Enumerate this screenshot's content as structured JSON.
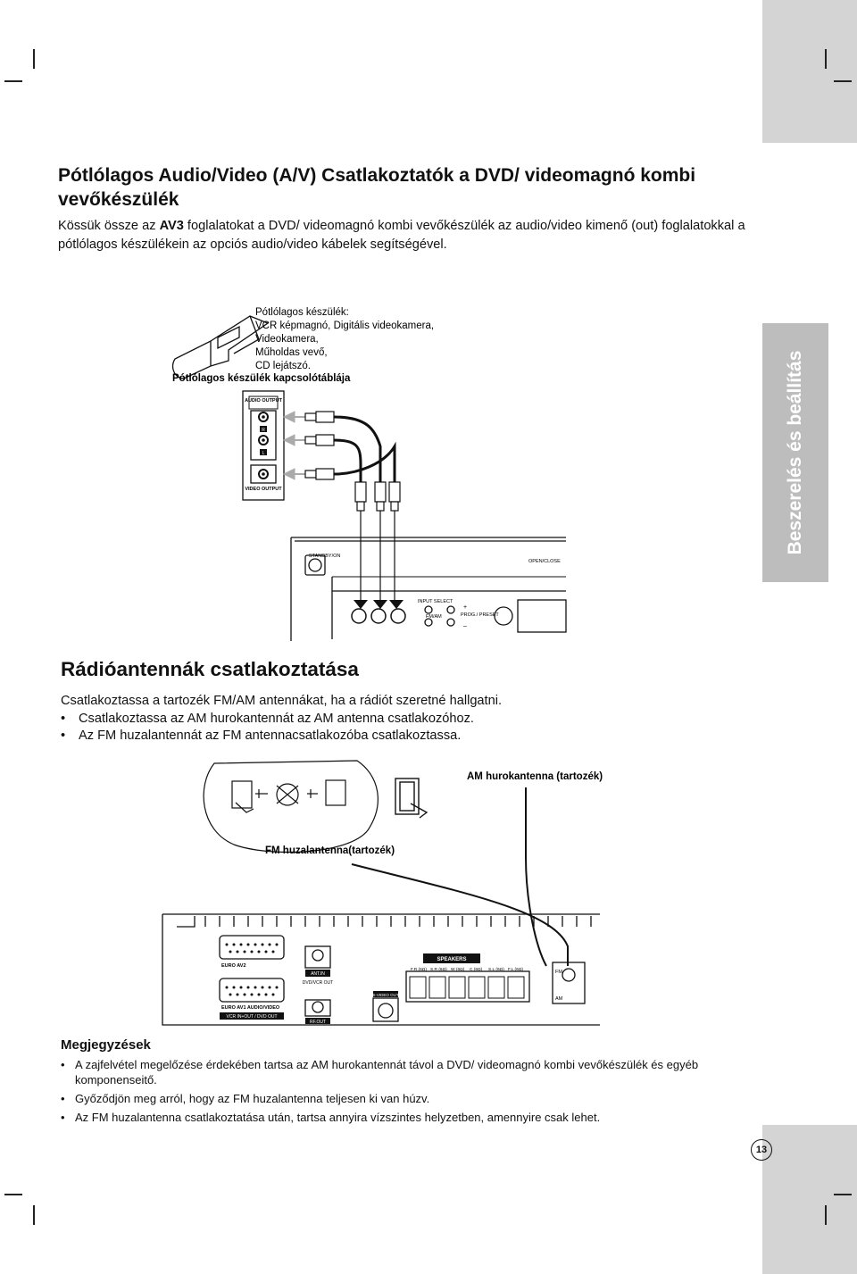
{
  "sidebar": {
    "tab_label": "Beszerelés és beállítás"
  },
  "section1": {
    "title": "Pótlólagos Audio/Video (A/V) Csatlakoztatók a DVD/ videomagnó kombi vevőkészülék",
    "intro_before": "Kössük össze az ",
    "intro_bold": "AV3",
    "intro_after": " foglalatokat a DVD/ videomagnó kombi vevőkészülék az audio/video kimenő (out) foglalatokkal a pótlólagos készülékein az opciós audio/video kábelek segítségével."
  },
  "diagram1": {
    "device_heading": "Pótlólagos készülék:",
    "device_line1": "VCR képmagnó, Digitális videokamera,",
    "device_line2": "Videokamera,",
    "device_line3": "Műholdas vevő,",
    "device_line4": "CD lejátszó.",
    "panel_caption": "Pótlólagos készülék kapcsolótáblája",
    "audio_output": "AUDIO OUTPUT",
    "video_output": "VIDEO OUTPUT",
    "jack_r": "R",
    "jack_l": "L",
    "standby": "STANDBY/ON",
    "open_close": "OPEN/CLOSE",
    "input_select": "INPUT SELECT",
    "fm_am": "FM/AM",
    "prog_preset": "PROG./ PRESET",
    "plus": "+",
    "minus": "–"
  },
  "section2": {
    "title": "Rádióantennák csatlakoztatása",
    "line1": "Csatlakoztassa a tartozék FM/AM antennákat, ha a rádiót szeretné hallgatni.",
    "bullet1": "Csatlakoztassa az AM hurokantennát az AM antenna csatlakozóhoz.",
    "bullet2": "Az FM huzalantennát az FM antennacsatlakozóba csatlakoztassa."
  },
  "diagram2": {
    "am_label": "AM hurokantenna (tartozék)",
    "fm_label": "FM huzalantenna(tartozék)",
    "euro_av2": "EURO AV2",
    "euro_av1": "EURO AV1 AUDIO/VIDEO",
    "vcr_in_out": "VCR IN+OUT / DVD OUT",
    "ant_in": "ANT.IN",
    "dvd_vcr_out": "DVD/VCR OUT",
    "rf_out": "RF.OUT",
    "s_video_out": "S-VIDEO OUT",
    "speakers": "SPEAKERS",
    "spk_fr": "F.R (6Ω)",
    "spk_sr": "S.R (6Ω)",
    "spk_w": "W (6Ω)",
    "spk_c": "C (6Ω)",
    "spk_sl": "S.L (6Ω)",
    "spk_fl": "F.L (6Ω)",
    "fm": "FM",
    "am": "AM"
  },
  "notes": {
    "title": "Megjegyzések",
    "note1": "A zajfelvétel megelőzése érdekében tartsa az AM hurokantennát távol a DVD/ videomagnó kombi vevőkészülék és egyéb komponenseitő.",
    "note2": "Győződjön meg arról, hogy az FM huzalantenna teljesen ki van húzv.",
    "note3": "Az FM huzalantenna csatlakoztatása után, tartsa annyira vízszintes helyzetben, amennyire csak lehet."
  },
  "page_number": "13"
}
